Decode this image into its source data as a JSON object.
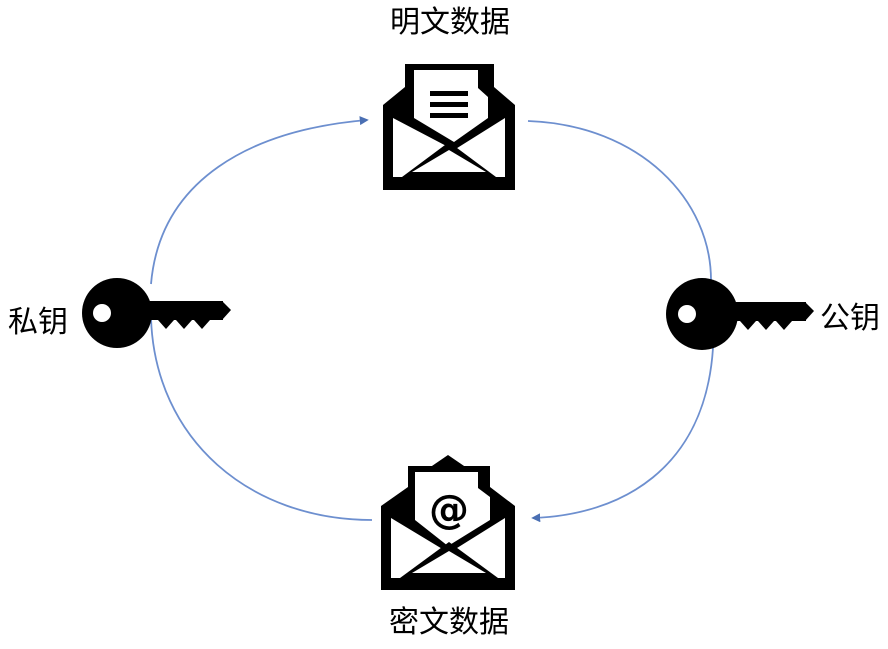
{
  "labels": {
    "plaintext": "明文数据",
    "ciphertext": "密文数据",
    "private_key": "私钥",
    "public_key": "公钥"
  },
  "icons": {
    "plaintext": "open-envelope-document-icon",
    "ciphertext": "open-envelope-at-sign-icon",
    "private_key": "key-icon",
    "public_key": "key-icon"
  },
  "ciphertext_symbol": "@",
  "colors": {
    "arrow": "#5b7fbf",
    "icon": "#000000",
    "text": "#000000"
  }
}
